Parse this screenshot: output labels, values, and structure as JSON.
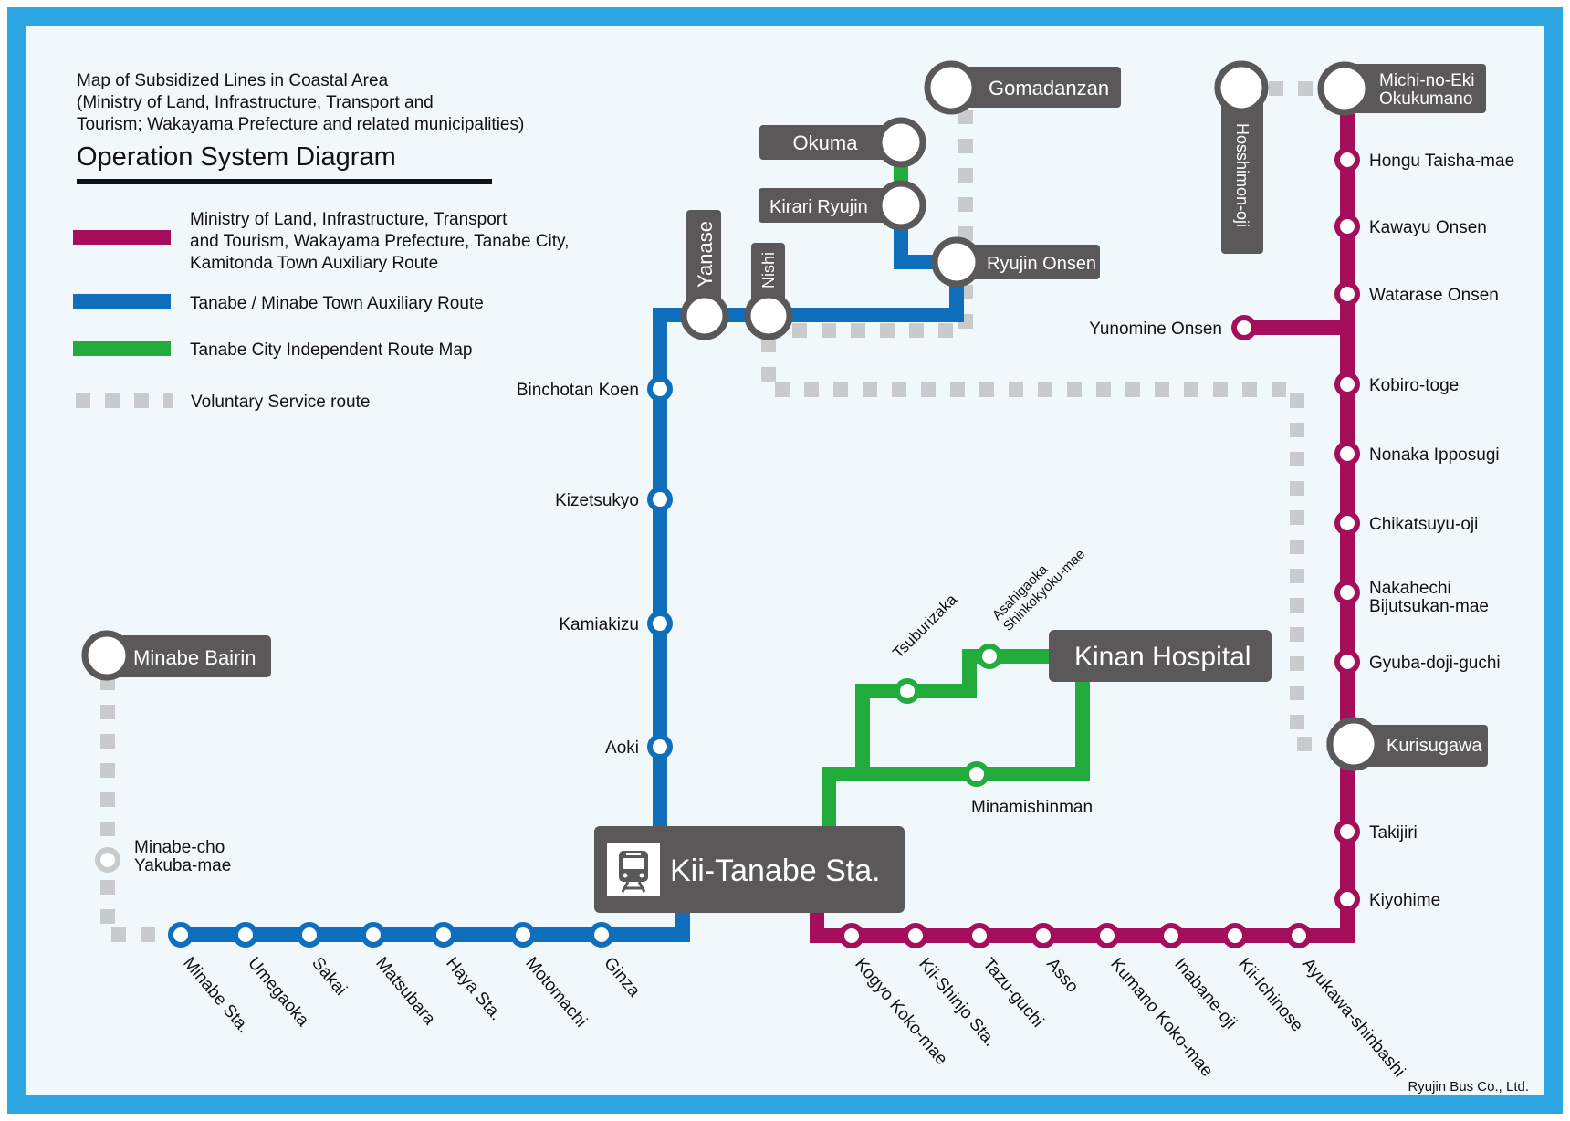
{
  "header": {
    "subtitle_lines": [
      "Map of Subsidized Lines in Coastal Area",
      "(Ministry of Land, Infrastructure, Transport and",
      "Tourism; Wakayama Prefecture and related municipalities)"
    ],
    "title": "Operation System Diagram"
  },
  "legend": [
    {
      "color": "#a50e5b",
      "style": "solid",
      "lines": [
        "Ministry of Land, Infrastructure, Transport",
        "and Tourism, Wakayama Prefecture, Tanabe City,",
        "Kamitonda Town Auxiliary Route"
      ]
    },
    {
      "color": "#0f6fbd",
      "style": "solid",
      "lines": [
        "Tanabe / Minabe Town Auxiliary Route"
      ]
    },
    {
      "color": "#22ac3c",
      "style": "solid",
      "lines": [
        "Tanabe City Independent Route Map"
      ]
    },
    {
      "color": "#c8cacb",
      "style": "dotted",
      "lines": [
        "Voluntary Service route"
      ]
    }
  ],
  "colors": {
    "magenta": "#a50e5b",
    "blue": "#0f6fbd",
    "green": "#22ac3c",
    "voluntary": "#c8cacb",
    "label_box": "#5a5858",
    "frame": "#2ea6e1",
    "background": "#f1f8fc"
  },
  "hub": {
    "name": "Kii-Tanabe Sta.",
    "icon": "train-icon"
  },
  "major_stations": {
    "minabe_bairin": "Minabe Bairin",
    "okuma": "Okuma",
    "kirari_ryujin": "Kirari Ryujin",
    "gomadanzan": "Gomadanzan",
    "ryujin_onsen": "Ryujin Onsen",
    "yanase": "Yanase",
    "nishi": "Nishi",
    "hosshimon_oji": "Hosshimon-oji",
    "michinoeki": [
      "Michi-no-Eki",
      "Okukumano"
    ],
    "kurisugawa": "Kurisugawa",
    "kinan_hospital": "Kinan Hospital"
  },
  "blue_vertical_stops": [
    "Binchotan Koen",
    "Kizetsukyo",
    "Kamiakizu",
    "Aoki"
  ],
  "blue_bottom_stops": [
    "Minabe Sta.",
    "Umegaoka",
    "Sakai",
    "Matsubara",
    "Haya Sta.",
    "Motomachi",
    "Ginza"
  ],
  "voluntary_stops": [
    "Minabe-cho",
    "Yakuba-mae"
  ],
  "magenta_vertical_stops": [
    [
      "Hongu Taisha-mae"
    ],
    [
      "Kawayu Onsen"
    ],
    [
      "Watarase Onsen"
    ],
    [
      "Kobiro-toge"
    ],
    [
      "Nonaka Ipposugi"
    ],
    [
      "Chikatsuyu-oji"
    ],
    [
      "Nakahechi",
      "Bijutsukan-mae"
    ],
    [
      "Gyuba-doji-guchi"
    ],
    [
      "Takijiri"
    ],
    [
      "Kiyohime"
    ]
  ],
  "magenta_branch_stop": "Yunomine Onsen",
  "magenta_bottom_stops": [
    "Kogyo Koko-mae",
    "Kii-Shinjo Sta.",
    "Tazu-guchi",
    "Asso",
    "Kumano Koko-mae",
    "Inabane-oji",
    "Kii-Ichinose",
    "Ayukawa-shinbashi"
  ],
  "green_stops": {
    "tsuburizaka": "Tsuburizaka",
    "asahigaoka": [
      "Asahigaoka",
      "Shinkokyoku-mae"
    ],
    "minamishinman": "Minamishinman"
  },
  "credit": "Ryujin Bus Co., Ltd."
}
